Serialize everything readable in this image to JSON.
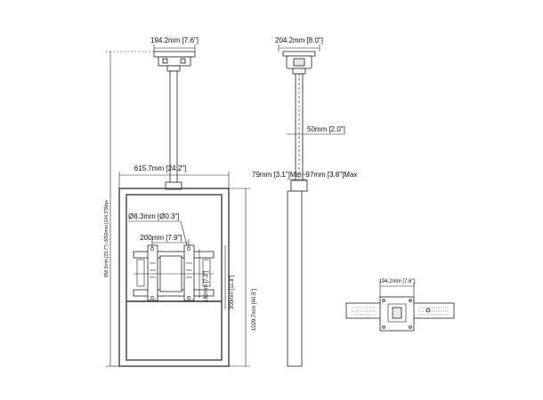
{
  "dimensions": {
    "front_top_width": "194.2mm [7.6\"]",
    "side_top_width": "204.2mm [8.0\"]",
    "pole_diameter": "50mm [2.0\"]",
    "panel_width": "615.7mm [24.2\"]",
    "pole_extension": "79mm [3.1\"]Min~97mm [3.8\"]Max",
    "overall_height": "856.5mm [33.7\"]~2650mm [104.3\"]Max",
    "hole_diameter": "Ø8.3mm [Ø0.3\"]",
    "vesa_horizontal": "200mm [7.9\"]",
    "vesa_vertical_small": "182mm [7.2\"]",
    "vesa_vertical_large": "300mm [11.8\"]",
    "panel_height": "1029.7mm [40.5\"]",
    "detail_width": "194.2mm [7.6\"]"
  }
}
